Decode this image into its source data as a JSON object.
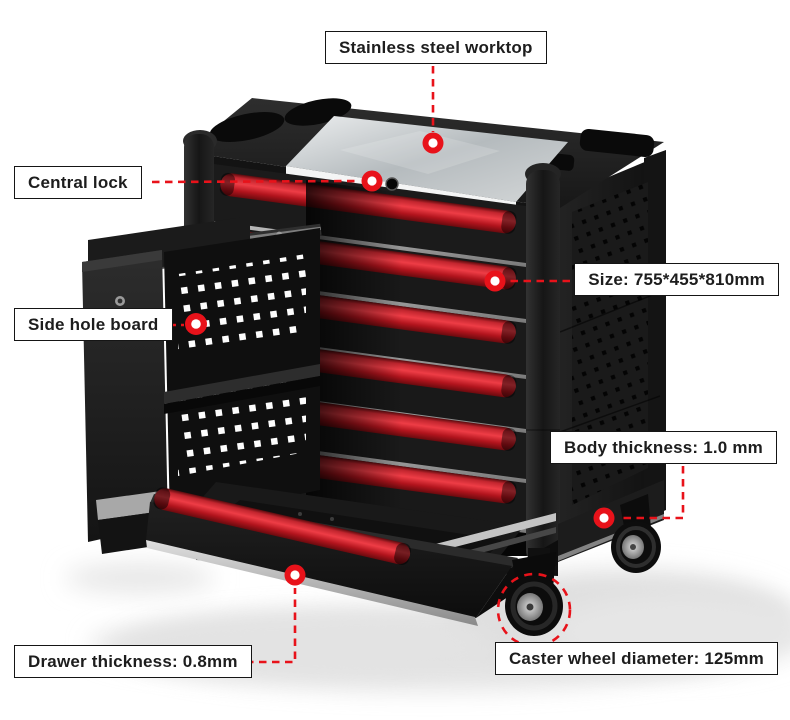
{
  "callouts": {
    "worktop": "Stainless steel worktop",
    "central_lock": "Central lock",
    "side_hole_board": "Side hole board",
    "size": "Size: 755*455*810mm",
    "body_thickness": "Body thickness: 1.0 mm",
    "drawer_thickness": "Drawer thickness: 0.8mm",
    "caster_wheel": "Caster wheel diameter: 125mm"
  },
  "style": {
    "background": "#ffffff",
    "accent_red": "#e8121a",
    "handle_red": "#d61f29",
    "cabinet_black": "#131313",
    "steel_gray": "#c6cacd",
    "label_bg": "#ffffff",
    "label_border": "#151515",
    "label_text": "#1d1d1d"
  }
}
